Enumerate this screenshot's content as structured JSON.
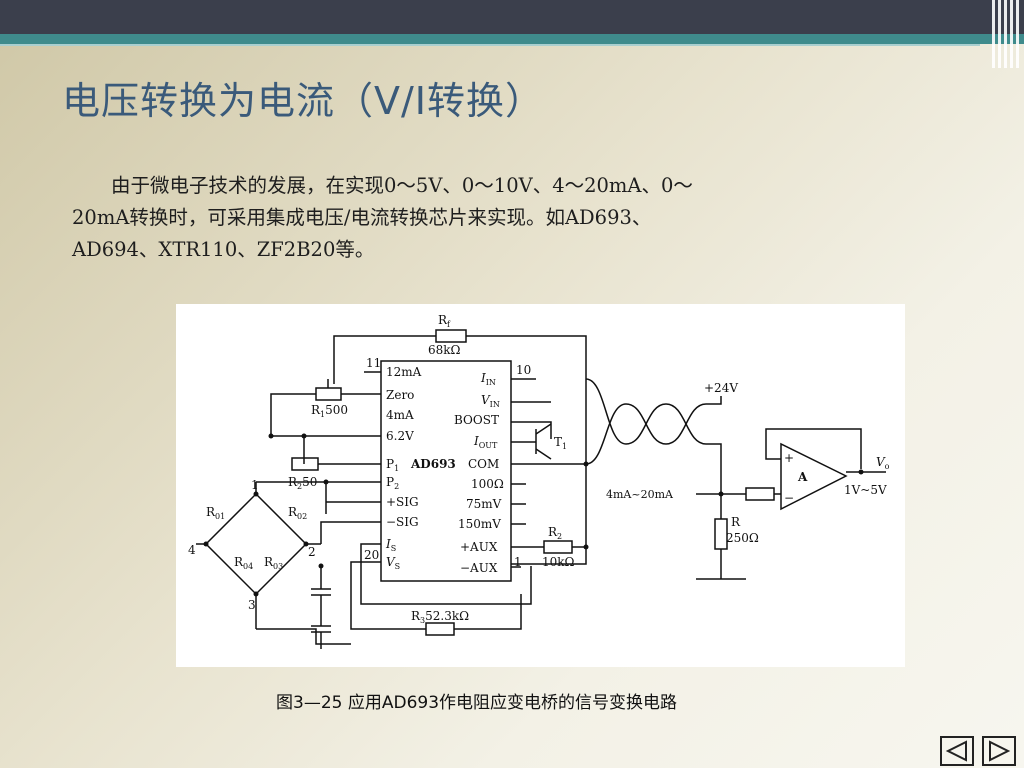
{
  "slide": {
    "title": "电压转换为电流（V/I转换）",
    "paragraph_lines": [
      "　　由于微电子技术的发展，在实现0～5V、0～10V、4～20mA、0～",
      "20mA转换时，可采用集成电压/电流转换芯片来实现。如AD693、",
      "AD694、XTR110、ZF2B20等。"
    ],
    "caption": "图3—25  应用AD693作电阻应变电桥的信号变换电路"
  },
  "figure": {
    "labels": {
      "rf": "R",
      "rf_sub": "f",
      "rf_val": "68kΩ",
      "r1": "R",
      "r1_sub": "1",
      "r1_val": "500",
      "r2p": "R",
      "r2p_sub": "2",
      "r2p_val": "50",
      "pin11": "11",
      "pin10": "10",
      "pin1": "1",
      "pin20": "20",
      "p_12ma": "12mA",
      "p_zero": "Zero",
      "p_4ma": "4mA",
      "p_62v": "6.2V",
      "p_p1": "P",
      "p_p1_sub": "1",
      "p_p2": "P",
      "p_p2_sub": "2",
      "p_psig": "+SIG",
      "p_nsig": "−SIG",
      "p_is": "I",
      "p_is_sub": "S",
      "p_vs": "V",
      "p_vs_sub": "S",
      "p_iin": "I",
      "p_iin_sub": "IN",
      "p_vin": "V",
      "p_vin_sub": "IN",
      "p_boost": "BOOST",
      "p_iout": "I",
      "p_iout_sub": "OUT",
      "p_com": "COM",
      "p_100": "100Ω",
      "p_75": "75mV",
      "p_150": "150mV",
      "p_paux": "+AUX",
      "p_naux": "−AUX",
      "chip": "AD693",
      "t1": "T",
      "t1_sub": "1",
      "v24": "+24V",
      "current": "4mA~20mA",
      "r": "R",
      "r_val": "250Ω",
      "amp": "A",
      "vout": "V",
      "vout_sub": "o",
      "vrange": "1V~5V",
      "plus": "+",
      "minus": "−",
      "r2": "R",
      "r2_sub": "2",
      "r2_val": "10kΩ",
      "r3": "R",
      "r3_sub": "3",
      "r3_val": "52.3kΩ",
      "r01": "R",
      "r01_sub": "01",
      "r02": "R",
      "r02_sub": "02",
      "r03": "R",
      "r03_sub": "03",
      "r04": "R",
      "r04_sub": "04",
      "n1": "1",
      "n2": "2",
      "n3": "3",
      "n4": "4"
    }
  },
  "nav": {
    "prev_icon": "prev-triangle-icon",
    "next_icon": "next-triangle-icon"
  },
  "colors": {
    "title": "#3a5a7a",
    "top_bar": "#3b3f4c",
    "teal_bar": "#3f8b8c"
  }
}
